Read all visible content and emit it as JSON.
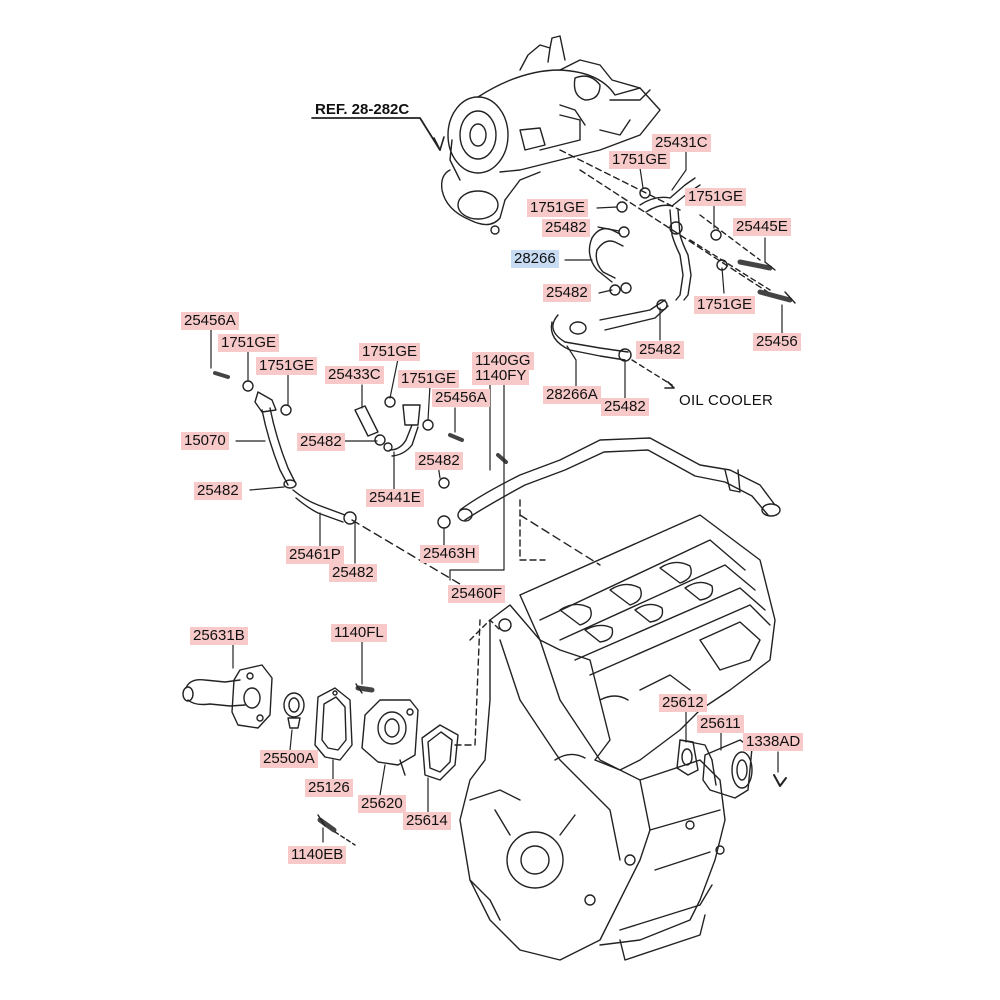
{
  "diagram": {
    "ref_label": "REF. 28-282C",
    "oil_cooler_label": "OIL COOLER",
    "highlight_color": "#f7c9c9",
    "selected_color": "#c7dbf2",
    "selected_part": "28266",
    "parts": [
      "25431C",
      "1751GE",
      "1751GE",
      "1751GE",
      "25482",
      "25445E",
      "28266",
      "25482",
      "1751GE",
      "25456",
      "25482",
      "28266A",
      "25482",
      "25456A",
      "1751GE",
      "1751GE",
      "1751GE",
      "1140GG",
      "1140FY",
      "25433C",
      "1751GE",
      "25456A",
      "15070",
      "25482",
      "25482",
      "25441E",
      "25482",
      "25461P",
      "25463H",
      "25482",
      "25460F",
      "25631B",
      "1140FL",
      "25500A",
      "25126",
      "25620",
      "25614",
      "1140EB",
      "25612",
      "25611",
      "1338AD"
    ]
  }
}
